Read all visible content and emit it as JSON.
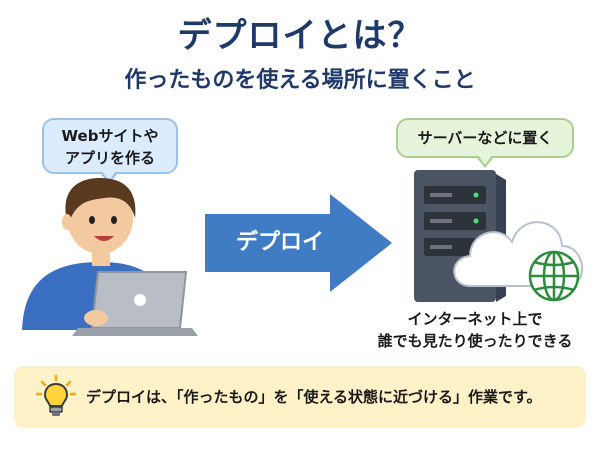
{
  "header": {
    "title": "デプロイとは？",
    "subtitle": "作ったものを使える場所に置くこと"
  },
  "left": {
    "bubble_line1": "Webサイトや",
    "bubble_line2": "アプリを作る",
    "icon": "person-with-laptop"
  },
  "arrow": {
    "label": "デプロイ",
    "icon": "right-arrow"
  },
  "right": {
    "bubble": "サーバーなどに置く",
    "line1": "インターネット上で",
    "line2": "誰でも見たり使ったりできる",
    "icons": [
      "server-icon",
      "cloud-icon",
      "globe-icon"
    ]
  },
  "footer": {
    "text": "デプロイは、「作ったもの」を「使える状態に近づける」作業です。",
    "icon": "lightbulb-icon"
  },
  "colors": {
    "title": "#1f3a68",
    "arrow": "#3f7cc4",
    "footer_bg": "#fdf1c8",
    "left_bubble": "#dcecff",
    "right_bubble": "#e6f4dc",
    "globe": "#2e8b3e"
  }
}
